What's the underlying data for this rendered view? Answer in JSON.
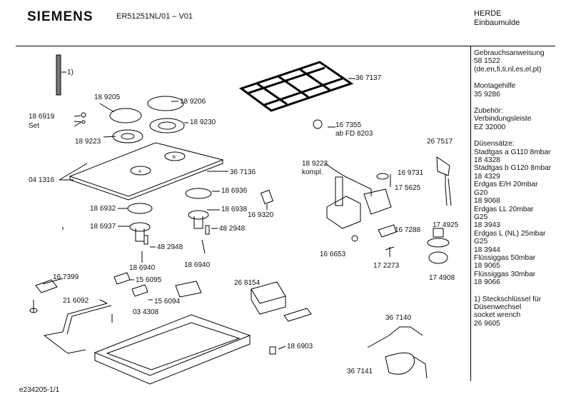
{
  "header": {
    "brand": "SIEMENS",
    "model": "ER51251NL/01 – V01",
    "maker_line1": "HERDE",
    "maker_line2": "Einbaumulde"
  },
  "footer": {
    "doc_id": "e234205-1/1"
  },
  "sidebar": {
    "lines": [
      "Gebrauchsanweisung",
      "58 1522",
      "(de,en,fi,ti,nl,es,el,pt)",
      "",
      "Montagehilfe",
      "35 9286",
      "",
      "Zubehör:",
      "Verbindungsleiste",
      "EZ 32000",
      "",
      "Düsensätze:",
      "Stadtgas a G110 8mbar",
      "18 4328",
      "Stadtgas b G120 8mbar",
      "18 4329",
      "Erdgas E/H 20mbar",
      "G20",
      "18 9068",
      "Erdgas LL 20mbar",
      "G25",
      "18 3943",
      "Erdgas L (NL) 25mbar",
      "G25",
      "18 3944",
      "Flüssiggas 50mbar",
      "18 9065",
      "Flüssiggas 30mbar",
      "18 9066",
      "",
      "1) Steckschlüssel für",
      "    Düsenwechsel",
      "    socket wrench",
      "    26 9605"
    ]
  },
  "parts": {
    "p_footnote": "1)",
    "p189205": "18 9205",
    "p189206": "18 9206",
    "p186919": "18 6919",
    "p_set": "Set",
    "p189230": "18 9230",
    "p189223": "18 9223",
    "p367137": "36 7137",
    "p167355": "16 7355",
    "p_abfd": "ab FD 8203",
    "p267517": "26 7517",
    "p041316": "04 1316",
    "p367136": "36 7136",
    "p189222": "18 9222",
    "p_kompl": "kompl.",
    "p169731": "16 9731",
    "p175625": "17 5625",
    "p186936": "18 6936",
    "p186932": "18 6932",
    "p186938": "18 6938",
    "p169320": "16 9320",
    "p186937": "18 6937",
    "p482948a": "48 2948",
    "p482948b": "48 2948",
    "p174925": "17 4925",
    "p167288": "16 7288",
    "p166653": "16 6653",
    "p172273": "17 2273",
    "p174908": "17 4908",
    "p186940a": "18 6940",
    "p186940b": "18 6940",
    "p167399": "16 7399",
    "p156095": "15 6095",
    "p156094": "15 6094",
    "p268154": "26 8154",
    "p216092": "21 6092",
    "p034308": "03 4308",
    "p367140": "36 7140",
    "p186903": "18 6903",
    "p367141": "36 7141"
  }
}
